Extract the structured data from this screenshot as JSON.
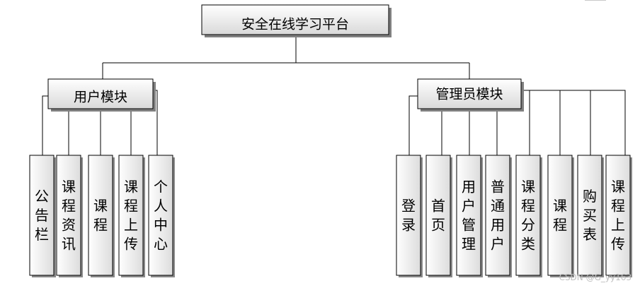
{
  "root": {
    "label": "安全在线学习平台"
  },
  "modules": [
    {
      "id": "user",
      "label": "用户模块",
      "children": [
        "公告栏",
        "课程资讯",
        "课程",
        "课程上传",
        "个人中心"
      ]
    },
    {
      "id": "admin",
      "label": "管理员模块",
      "children": [
        "登录",
        "首页",
        "用户管理",
        "普通用户",
        "课程分类",
        "课程",
        "购买表",
        "课程上传"
      ]
    }
  ],
  "watermark": "CSDN @G_yy163",
  "colors": {
    "stroke": "#000000",
    "fill_top": "#ffffff",
    "fill_bottom": "#d9d9d9",
    "shadow": "#7f7f7f"
  }
}
